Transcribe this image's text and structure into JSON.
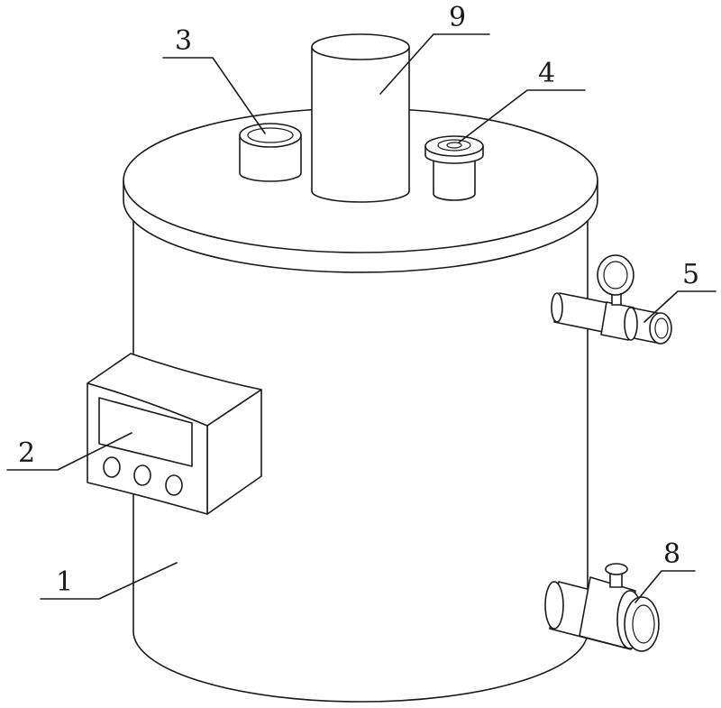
{
  "diagram": {
    "labels": {
      "tank_body": "1",
      "control_panel": "2",
      "inlet_port": "3",
      "outlet_port": "4",
      "side_pipe_gauge": "5",
      "bottom_valve": "8",
      "top_column": "9"
    },
    "colors": {
      "line": "#1a1a1a",
      "fill": "#ffffff"
    }
  }
}
